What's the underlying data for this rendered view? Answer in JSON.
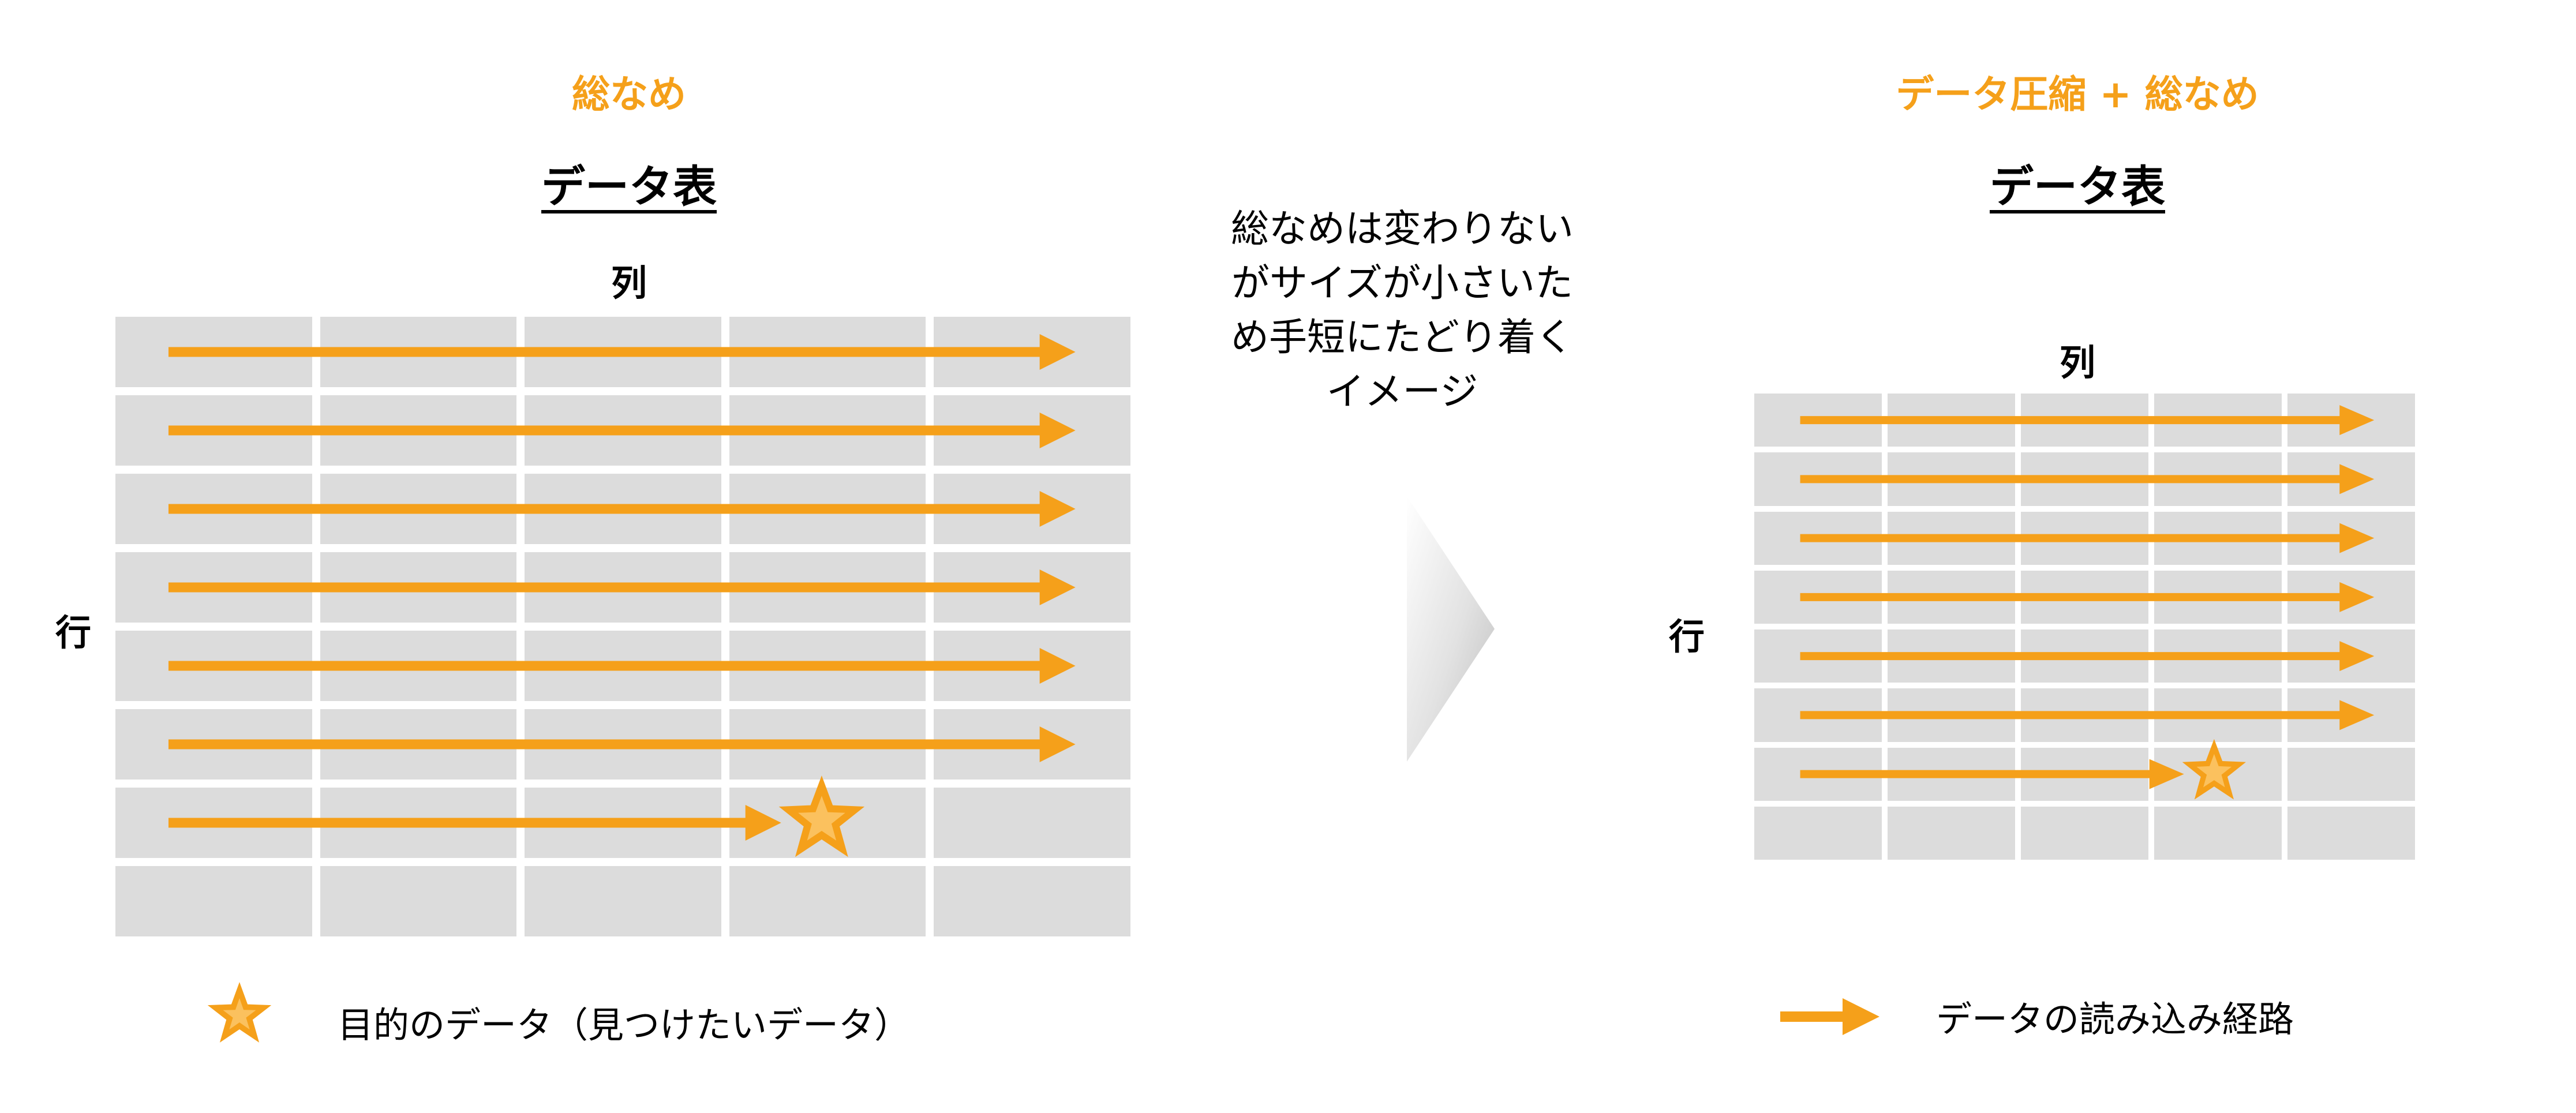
{
  "left": {
    "heading": "総なめ",
    "table_title": "データ表",
    "column_label": "列",
    "row_label": "行",
    "rows": 8,
    "cols": 5,
    "arrow_row_count": 7,
    "target": {
      "row": 7,
      "col": 4
    }
  },
  "middle": {
    "text_lines": [
      "総なめは変わりない",
      "がサイズが小さいた",
      "め手短にたどり着く",
      "イメージ"
    ]
  },
  "right": {
    "heading": "データ圧縮 + 総なめ",
    "table_title": "データ表",
    "column_label": "列",
    "row_label": "行",
    "rows": 8,
    "cols": 5,
    "arrow_row_count": 7,
    "target": {
      "row": 7,
      "col": 4
    }
  },
  "legend": {
    "star_label": "目的のデータ（見つけたいデータ）",
    "arrow_label": "データの読み込み経路"
  },
  "colors": {
    "accent": "#F5A01A",
    "cell": "#DCDCDC",
    "star_inner": "#FBC15E"
  }
}
